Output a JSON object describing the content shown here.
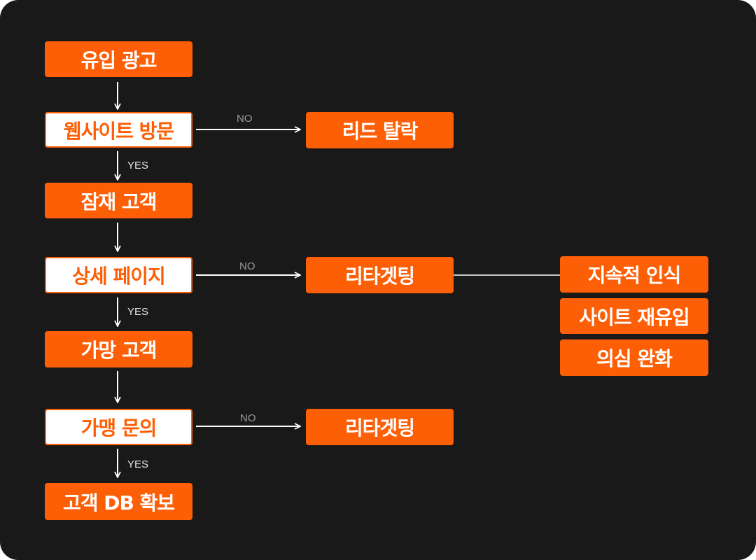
{
  "colors": {
    "background": "#191919",
    "accent": "#fd5f06",
    "box_light": "#ffffff",
    "line": "#ffffff"
  },
  "nodes": {
    "ad_inflow": "유입 광고",
    "website_visit": "웹사이트 방문",
    "lead_drop": "리드 탈락",
    "potential_customer": "잠재 고객",
    "detail_page": "상세 페이지",
    "retargeting_1": "리타겟팅",
    "continuous_recognition": "지속적 인식",
    "site_reentry": "사이트 재유입",
    "doubt_relief": "의심 완화",
    "prospect_customer": "가망 고객",
    "franchise_inquiry": "가맹 문의",
    "retargeting_2": "리타겟팅",
    "customer_db": "고객 DB 확보"
  },
  "edge_labels": {
    "no_1": "NO",
    "yes_1": "YES",
    "no_2": "NO",
    "yes_2": "YES",
    "no_3": "NO",
    "yes_3": "YES"
  }
}
